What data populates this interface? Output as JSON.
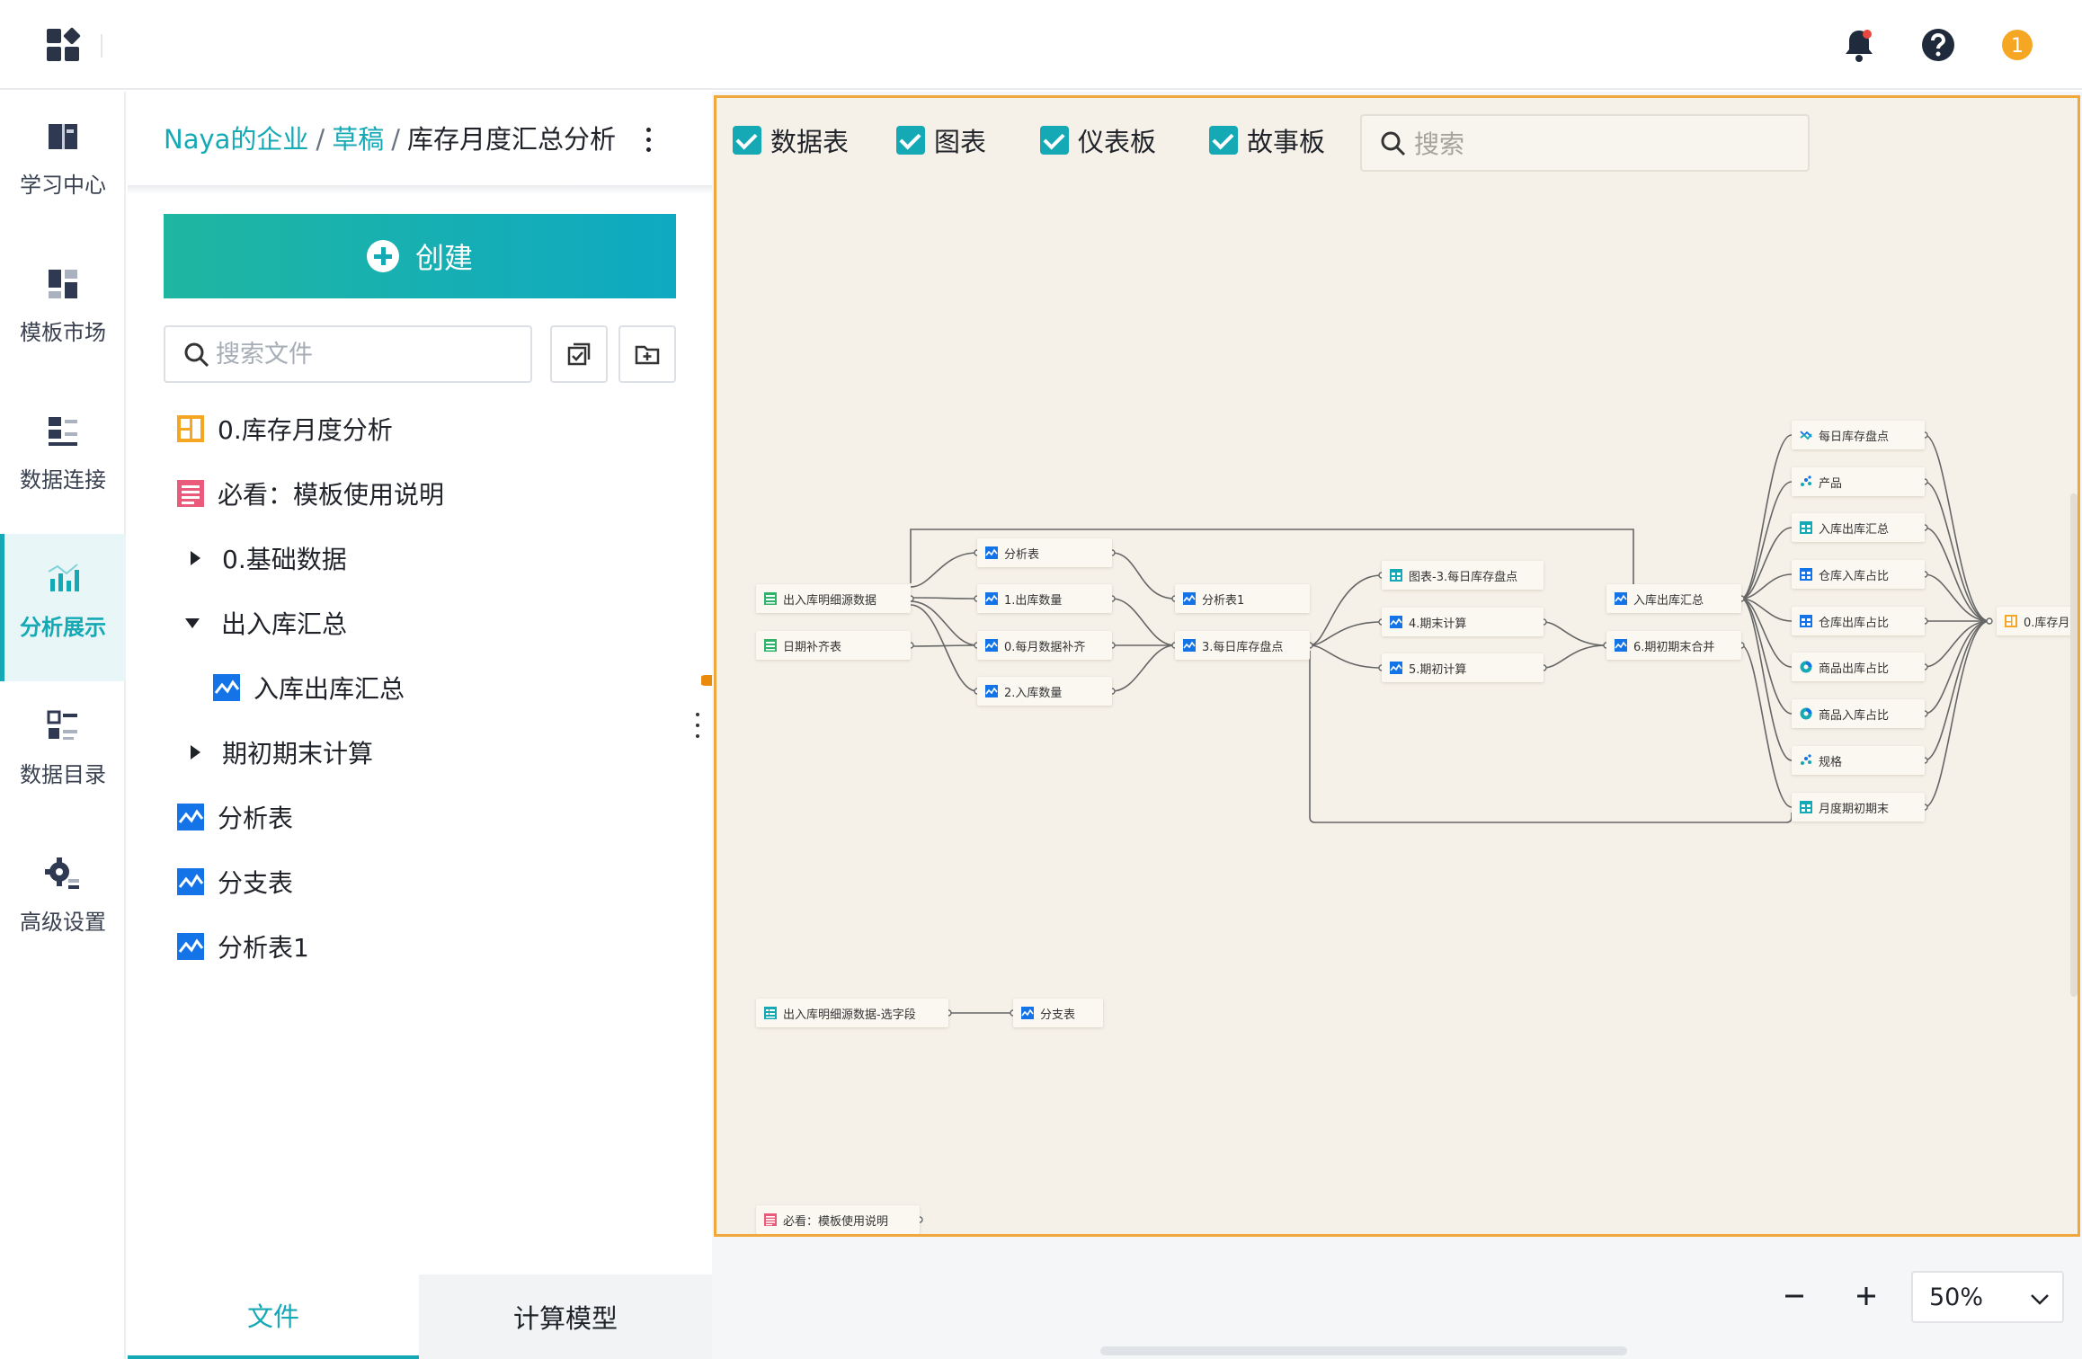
{
  "topbar": {
    "icons": [
      "apps-grid-icon",
      "bell-icon",
      "help-icon",
      "notice-icon"
    ],
    "notice_glyph": "1"
  },
  "rail": {
    "items": [
      {
        "label": "学习中心",
        "icon": "book-icon"
      },
      {
        "label": "模板市场",
        "icon": "template-icon"
      },
      {
        "label": "数据连接",
        "icon": "data-connect-icon"
      },
      {
        "label": "分析展示",
        "icon": "analysis-icon",
        "active": true
      },
      {
        "label": "数据目录",
        "icon": "catalog-icon"
      },
      {
        "label": "高级设置",
        "icon": "gear-icon"
      }
    ]
  },
  "panel": {
    "breadcrumb": {
      "org": "Naya的企业",
      "folder": "草稿",
      "current": "库存月度汇总分析",
      "sep": "/"
    },
    "create_label": "创建",
    "search_placeholder": "搜索文件",
    "tree": [
      {
        "label": "0.库存月度分析",
        "icon": "dashboard-icon"
      },
      {
        "label": "必看：模板使用说明",
        "icon": "story-icon"
      },
      {
        "label": "0.基础数据",
        "caret": "right"
      },
      {
        "label": "出入库汇总",
        "caret": "down"
      },
      {
        "label": "入库出库汇总",
        "icon": "chart-icon",
        "indent": true
      },
      {
        "label": "期初期末计算",
        "caret": "right"
      },
      {
        "label": "分析表",
        "icon": "chart-icon"
      },
      {
        "label": "分支表",
        "icon": "chart-icon"
      },
      {
        "label": "分析表1",
        "icon": "chart-icon"
      }
    ],
    "tabs": {
      "files": "文件",
      "models": "计算模型"
    }
  },
  "canvas": {
    "filters": [
      {
        "label": "数据表",
        "checked": true
      },
      {
        "label": "图表",
        "checked": true
      },
      {
        "label": "仪表板",
        "checked": true
      },
      {
        "label": "故事板",
        "checked": true
      }
    ],
    "search_placeholder": "搜索",
    "nodes": [
      {
        "id": "n1",
        "label": "出入库明细源数据",
        "type": "table"
      },
      {
        "id": "n2",
        "label": "日期补齐表",
        "type": "table"
      },
      {
        "id": "n3",
        "label": "分析表",
        "type": "chart"
      },
      {
        "id": "n4",
        "label": "1.出库数量",
        "type": "chart"
      },
      {
        "id": "n5",
        "label": "0.每月数据补齐",
        "type": "chart"
      },
      {
        "id": "n6",
        "label": "2.入库数量",
        "type": "chart"
      },
      {
        "id": "n7",
        "label": "分析表1",
        "type": "chart"
      },
      {
        "id": "n8",
        "label": "3.每日库存盘点",
        "type": "chart"
      },
      {
        "id": "n9",
        "label": "图表-3.每日库存盘点",
        "type": "grid"
      },
      {
        "id": "n10",
        "label": "4.期末计算",
        "type": "chart"
      },
      {
        "id": "n11",
        "label": "5.期初计算",
        "type": "chart"
      },
      {
        "id": "n12",
        "label": "入库出库汇总",
        "type": "chart"
      },
      {
        "id": "n13",
        "label": "6.期初期末合并",
        "type": "chart"
      },
      {
        "id": "n14",
        "label": "每日库存盘点",
        "type": "line"
      },
      {
        "id": "n15",
        "label": "产品",
        "type": "scatter"
      },
      {
        "id": "n16",
        "label": "入库出库汇总",
        "type": "grid"
      },
      {
        "id": "n17",
        "label": "仓库入库占比",
        "type": "grid"
      },
      {
        "id": "n18",
        "label": "仓库出库占比",
        "type": "grid"
      },
      {
        "id": "n19",
        "label": "商品出库占比",
        "type": "pie"
      },
      {
        "id": "n20",
        "label": "商品入库占比",
        "type": "pie"
      },
      {
        "id": "n21",
        "label": "规格",
        "type": "scatter"
      },
      {
        "id": "n22",
        "label": "月度期初期末",
        "type": "grid"
      },
      {
        "id": "n23",
        "label": "0.库存月",
        "type": "dashboard"
      },
      {
        "id": "n24",
        "label": "出入库明细源数据-选字段",
        "type": "fieldtable"
      },
      {
        "id": "n25",
        "label": "分支表",
        "type": "chart"
      },
      {
        "id": "n26",
        "label": "必看：模板使用说明",
        "type": "story"
      }
    ]
  },
  "zoom": {
    "value": "50%",
    "minus": "−",
    "plus": "+"
  },
  "colors": {
    "accent": "#14a9b4",
    "canvas_border": "#f0a83c",
    "chart_icon": "#1473e6",
    "table_icon": "#2fb36b",
    "dashboard_icon": "#f5a623",
    "story_icon": "#ea5a7b"
  }
}
